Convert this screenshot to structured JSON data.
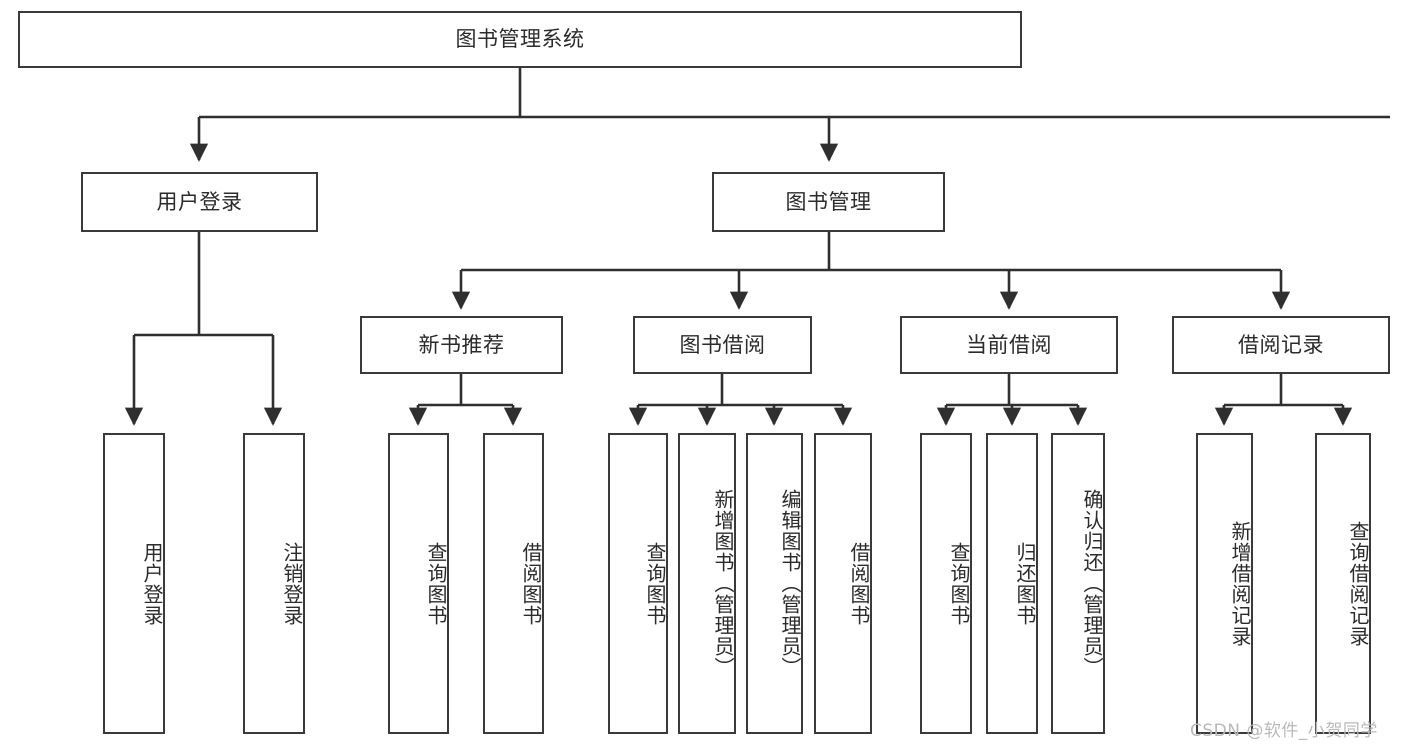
{
  "diagram": {
    "type": "tree-hierarchy-chart",
    "title": "图书管理系统",
    "watermark": "CSDN @软件_小贺同学",
    "colors": {
      "box_border": "#3a3a3a",
      "box_fill": "#ffffff",
      "connector": "#2f2f2f",
      "text": "#2b2b2b",
      "watermark": "#b9b9b9",
      "background": "#ffffff"
    },
    "nodes": {
      "root": {
        "label": "图书管理系统"
      },
      "level1": [
        {
          "label": "用户登录"
        },
        {
          "label": "图书管理"
        }
      ],
      "level2": [
        {
          "label": "新书推荐"
        },
        {
          "label": "图书借阅"
        },
        {
          "label": "当前借阅"
        },
        {
          "label": "借阅记录"
        }
      ],
      "leaves": {
        "user_login": [
          {
            "label": "用户登录"
          },
          {
            "label": "注销登录"
          }
        ],
        "new_book_recommend": [
          {
            "label": "查询图书"
          },
          {
            "label": "借阅图书"
          }
        ],
        "book_borrow": [
          {
            "label": "查询图书"
          },
          {
            "label": "新增图书（管理员）"
          },
          {
            "label": "编辑图书（管理员）"
          },
          {
            "label": "借阅图书"
          }
        ],
        "current_borrow": [
          {
            "label": "查询图书"
          },
          {
            "label": "归还图书"
          },
          {
            "label": "确认归还（管理员）"
          }
        ],
        "borrow_record": [
          {
            "label": "新增借阅记录"
          },
          {
            "label": "查询借阅记录"
          }
        ]
      }
    }
  }
}
